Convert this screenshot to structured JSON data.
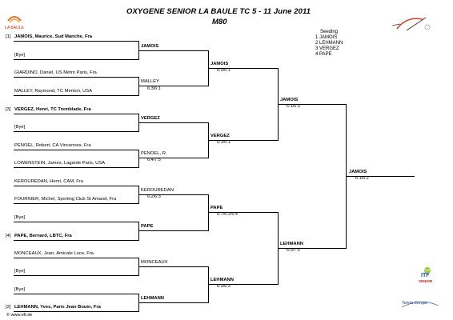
{
  "header": {
    "title": "OXYGENE SENIOR LA BAULE TC   5 - 11 June 2011",
    "category": "M80"
  },
  "seeding": {
    "title": "Seeding",
    "items": [
      "1  JAMOIS",
      "2  LEHMANN",
      "3  VERGEZ",
      "4  PAPE"
    ]
  },
  "round1": [
    {
      "seed": "[1]",
      "name": "JAMOIS, Maurice, Sud Manche, Fra",
      "bold": true
    },
    {
      "seed": "",
      "name": "[Bye]",
      "bold": false
    },
    {
      "seed": "",
      "name": "GIARDINO, Daniel, US Métro Paris, Fra",
      "bold": false
    },
    {
      "seed": "",
      "name": "MALLEY, Raymond, TC Menton, USA",
      "bold": false
    },
    {
      "seed": "[3]",
      "name": "VERGEZ, Henri, TC Tremblade, Fra",
      "bold": true
    },
    {
      "seed": "",
      "name": "[Bye]",
      "bold": false
    },
    {
      "seed": "",
      "name": "PENOEL, Robert, CA Vincennes, Fra",
      "bold": false
    },
    {
      "seed": "",
      "name": "LOWENSTEIN, James, Lagarde Paris, USA",
      "bold": false
    },
    {
      "seed": "",
      "name": "KEROUREDAN, Henri, CAM, Fra",
      "bold": false
    },
    {
      "seed": "",
      "name": "FOURNIER, Michel, Sporting Club St Amand, Fra",
      "bold": false
    },
    {
      "seed": "",
      "name": "[Bye]",
      "bold": false
    },
    {
      "seed": "[4]",
      "name": "PAPE, Bernard, LBTC, Fra",
      "bold": true
    },
    {
      "seed": "",
      "name": "MONCEAUX, Jean, Amicale Luce, Fra",
      "bold": false
    },
    {
      "seed": "",
      "name": "[Bye]",
      "bold": false
    },
    {
      "seed": "",
      "name": "[Bye]",
      "bold": false
    },
    {
      "seed": "[2]",
      "name": "LEHMANN, Yves, Paris Jean Bouin, Fra",
      "bold": true
    }
  ],
  "round2": [
    {
      "name": "JAMOIS",
      "score": "",
      "bold": true
    },
    {
      "name": "MALLEY",
      "score": "6:3/6:1",
      "bold": false
    },
    {
      "name": "VERGEZ",
      "score": "",
      "bold": true
    },
    {
      "name": "PENOEL, R.",
      "score": "6:4/7:5",
      "bold": false
    },
    {
      "name": "KEROUREDAN",
      "score": "6:2/6:3",
      "bold": false
    },
    {
      "name": "PAPE",
      "score": "",
      "bold": true
    },
    {
      "name": "MONCEAUX",
      "score": "",
      "bold": false
    },
    {
      "name": "LEHMANN",
      "score": "",
      "bold": true
    }
  ],
  "round3": [
    {
      "name": "JAMOIS",
      "score": "6:0/6:1",
      "bold": true
    },
    {
      "name": "VERGEZ",
      "score": "6:1/6:1",
      "bold": true
    },
    {
      "name": "PAPE",
      "score": "6:7/6:2/6:4",
      "bold": true
    },
    {
      "name": "LEHMANN",
      "score": "6:3/6:3",
      "bold": true
    }
  ],
  "round4": [
    {
      "name": "JAMOIS",
      "score": "6:1/6:3",
      "bold": true
    },
    {
      "name": "LEHMANN",
      "score": "6:0/7:5",
      "bold": true
    }
  ],
  "final": {
    "name": "JAMOIS",
    "score": "6:1/6:2",
    "bold": true
  },
  "footer": "© www.eft.de",
  "logos": {
    "itf_text": "ITF",
    "itf_sub": "SENIOR",
    "tennis_europe": "Tennis Europe"
  }
}
